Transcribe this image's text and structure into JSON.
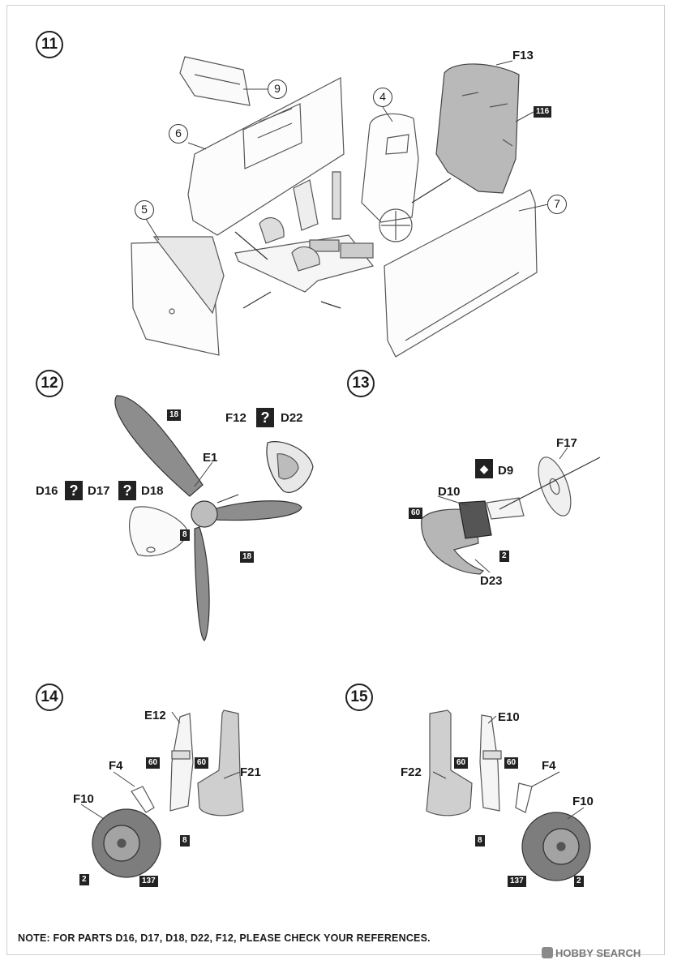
{
  "steps": [
    {
      "number": "11",
      "callouts": [
        "9",
        "6",
        "4",
        "5",
        "7"
      ],
      "labels": [
        "F13"
      ],
      "color_codes": [
        "116"
      ]
    },
    {
      "number": "12",
      "labels": [
        "F12",
        "D22",
        "E1",
        "D16",
        "D17",
        "D18"
      ],
      "question_mark": "?",
      "color_codes": [
        "18",
        "8",
        "18"
      ]
    },
    {
      "number": "13",
      "labels": [
        "F17",
        "D9",
        "D10",
        "D23"
      ],
      "hidden_symbol": "◆",
      "color_codes": [
        "60",
        "2"
      ]
    },
    {
      "number": "14",
      "labels": [
        "E12",
        "F4",
        "F21",
        "F10"
      ],
      "color_codes": [
        "60",
        "60",
        "8",
        "2",
        "137"
      ]
    },
    {
      "number": "15",
      "labels": [
        "E10",
        "F4",
        "F22",
        "F10"
      ],
      "color_codes": [
        "60",
        "60",
        "8",
        "137",
        "2"
      ]
    }
  ],
  "note": "NOTE: FOR PARTS D16, D17, D18, D22, F12, PLEASE CHECK YOUR REFERENCES.",
  "watermark": "HOBBY SEARCH",
  "colors": {
    "ink": "#1a1a1a",
    "code_box": "#222222",
    "part_gray": "#8d8d8d"
  }
}
